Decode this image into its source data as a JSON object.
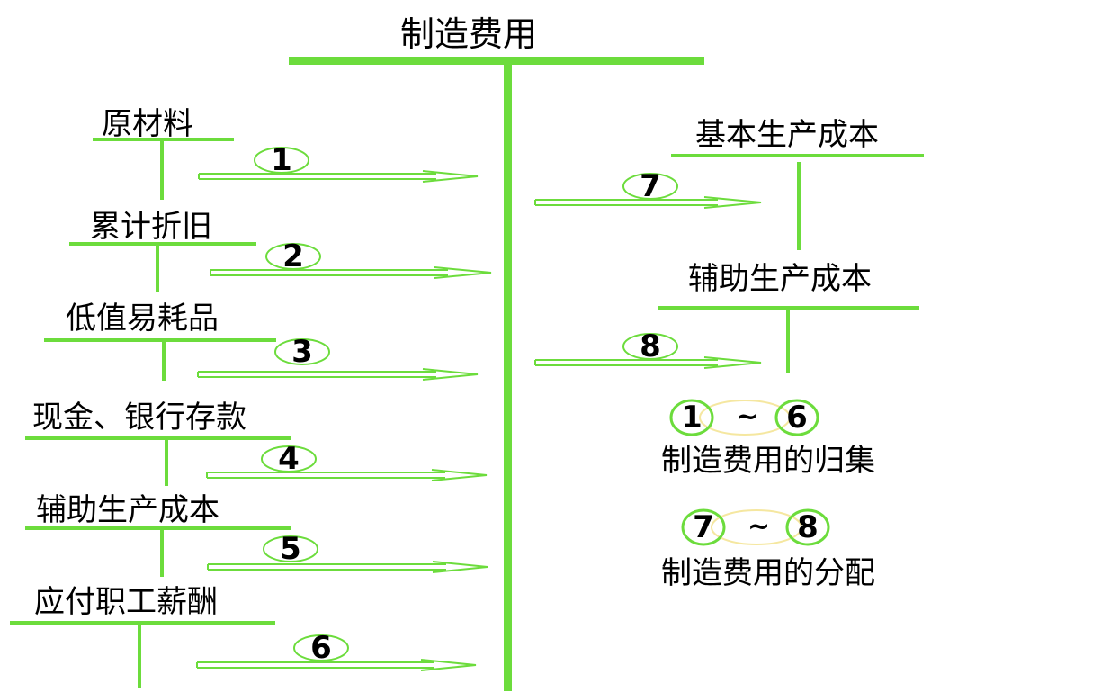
{
  "title": "制造费用",
  "left_accounts": [
    {
      "label": "原材料",
      "step": "1"
    },
    {
      "label": "累计折旧",
      "step": "2"
    },
    {
      "label": "低值易耗品",
      "step": "3"
    },
    {
      "label": "现金、银行存款",
      "step": "4"
    },
    {
      "label": "辅助生产成本",
      "step": "5"
    },
    {
      "label": "应付职工薪酬",
      "step": "6"
    }
  ],
  "right_accounts": [
    {
      "label": "基本生产成本",
      "step": "7"
    },
    {
      "label": "辅助生产成本",
      "step": "8"
    }
  ],
  "legend": [
    {
      "from": "1",
      "to": "6",
      "sep": "~",
      "text": "制造费用的归集"
    },
    {
      "from": "7",
      "to": "8",
      "sep": "~",
      "text": "制造费用的分配"
    }
  ],
  "colors": {
    "line": "#6cdc3c",
    "legend_link": "#f5e7a0",
    "text": "#000000"
  }
}
